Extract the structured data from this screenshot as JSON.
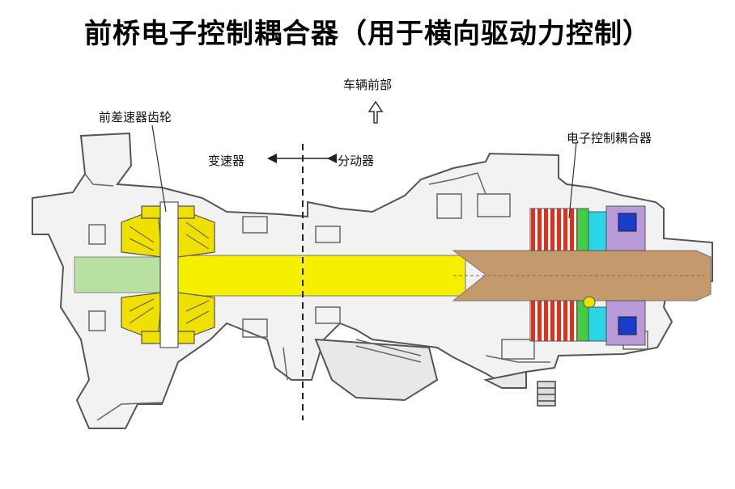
{
  "title": "前桥电子控制耦合器（用于横向驱动力控制）",
  "labels": {
    "vehicle_front": "车辆前部",
    "front_diff_gear": "前差速器齿轮",
    "transmission": "变速器",
    "transfer_case": "分动器",
    "coupling": "电子控制耦合器"
  },
  "colors": {
    "housing_fill": "#f2f2f2",
    "housing_stroke": "#555555",
    "diff_gear": "#f0e000",
    "shaft_yellow": "#f6ef00",
    "shaft_green": "#b8e0a0",
    "output_shaft": "#c49a6c",
    "clutch_red": "#e0301c",
    "magnet_blue": "#1a3ccc",
    "coupling_purple": "#b89ad8",
    "coupling_cyan": "#2ad6e6",
    "coupling_green": "#44cc44"
  }
}
